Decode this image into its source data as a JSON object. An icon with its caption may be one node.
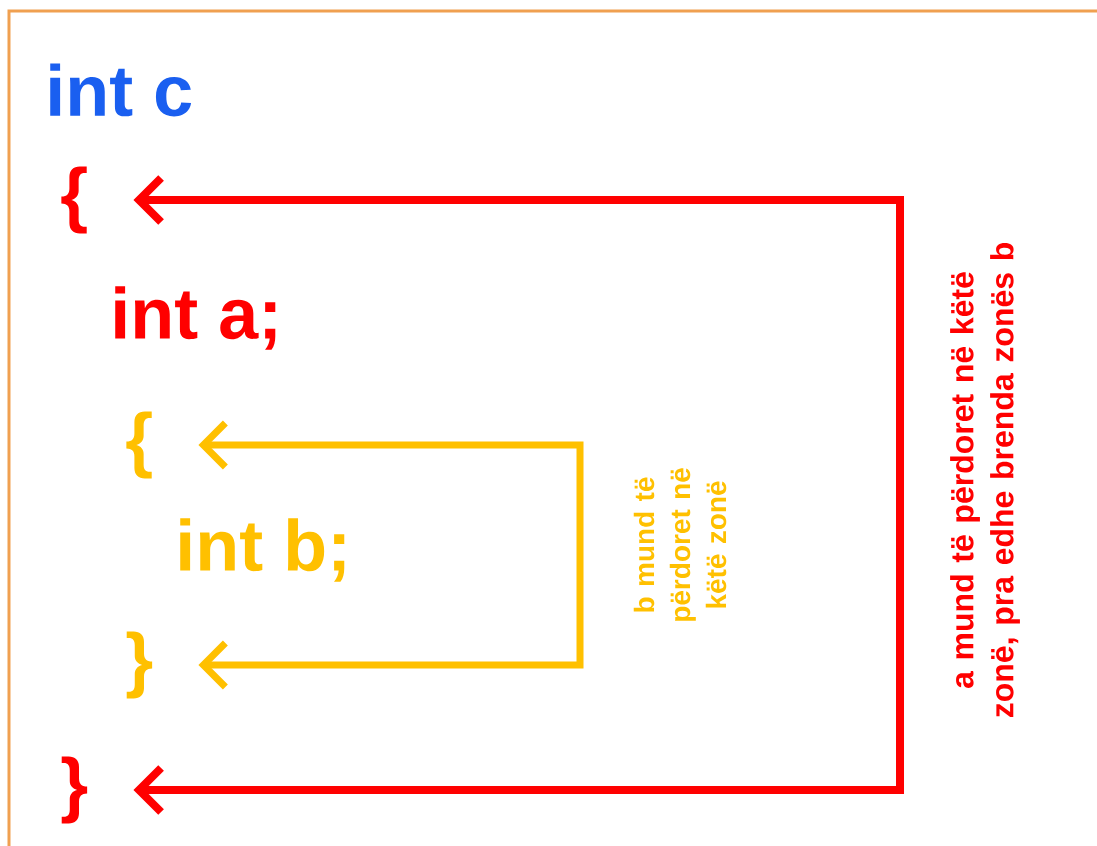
{
  "diagram": {
    "nodes": [
      {
        "text": [
          "{"
        ]
      },
      {
        "text": [
          "}"
        ]
      },
      {
        "text": [
          "{"
        ]
      },
      {
        "text": [
          "}"
        ]
      }
    ],
    "edges": [
      {
        "from": 0,
        "to": 1,
        "arrow": "both",
        "label": "a mund të përdoret në këtë zonë, pra edhe brenda zonës b",
        "color": "#ff0000"
      },
      {
        "from": 2,
        "to": 3,
        "arrow": "both",
        "label": "b mund të përdoret në këtë zonë",
        "color": "#ffc000"
      }
    ],
    "labels": [
      "int  c",
      "int a;",
      "int b;"
    ]
  }
}
